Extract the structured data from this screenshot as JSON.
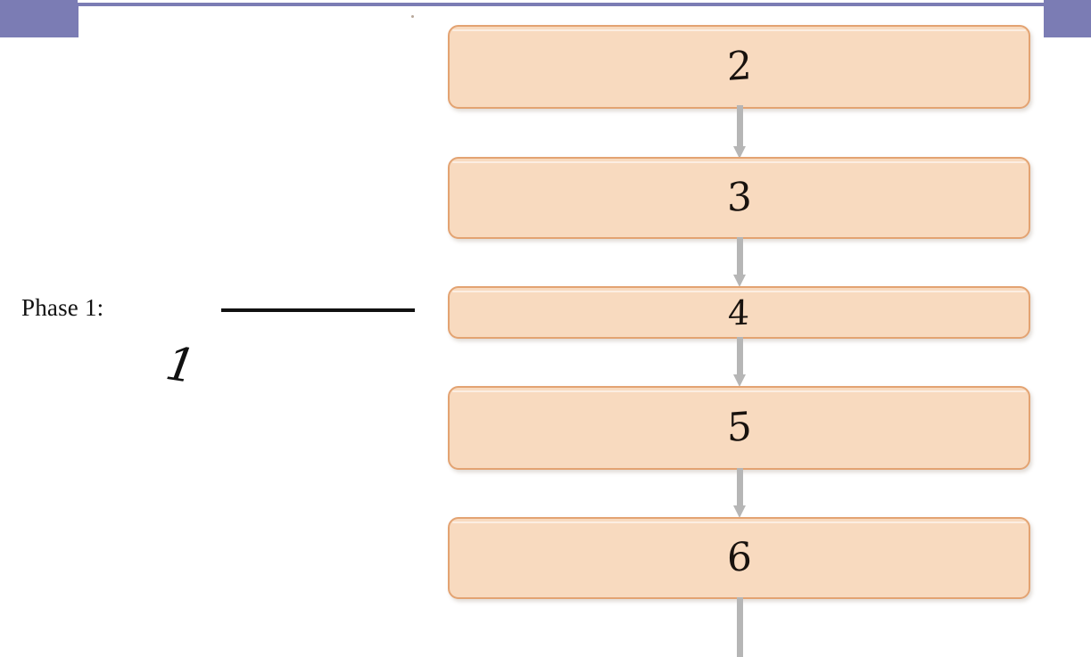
{
  "slide": {
    "background_color": "#ffffff",
    "accent_color": "#7b7cb4",
    "box_fill_color": "#f8dabf",
    "box_border_color": "#e3a372",
    "arrow_color": "#b6b6b6",
    "ink_color": "#18120e"
  },
  "phase": {
    "label": "Phase 1:",
    "blank_rule": "",
    "handwritten_annotation": "1"
  },
  "flow": {
    "boxes": [
      {
        "id": "box-1",
        "handwritten_number": "2",
        "text": ""
      },
      {
        "id": "box-2",
        "handwritten_number": "3",
        "text": ""
      },
      {
        "id": "box-3",
        "handwritten_number": "4",
        "text": ""
      },
      {
        "id": "box-4",
        "handwritten_number": "5",
        "text": ""
      },
      {
        "id": "box-5",
        "handwritten_number": "6",
        "text": ""
      }
    ],
    "connectors": [
      {
        "from": "box-1",
        "to": "box-2",
        "style": "down-arrow"
      },
      {
        "from": "box-2",
        "to": "box-3",
        "style": "down-arrow"
      },
      {
        "from": "box-3",
        "to": "box-4",
        "style": "down-arrow"
      },
      {
        "from": "box-4",
        "to": "box-5",
        "style": "down-arrow"
      },
      {
        "from": "box-5",
        "to": "off-slide",
        "style": "down-line"
      }
    ]
  },
  "marks": {
    "speck_1": "",
    "speck_2": ""
  }
}
